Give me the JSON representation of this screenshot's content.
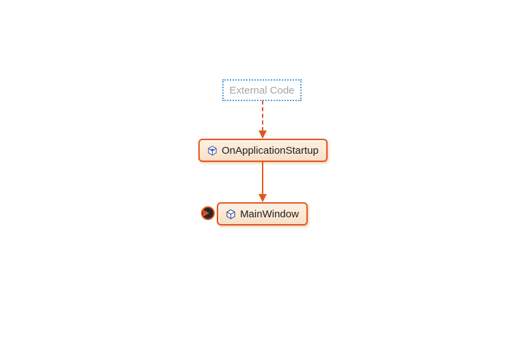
{
  "diagram": {
    "title": "code-map-call-graph",
    "nodes": [
      {
        "id": "external-code",
        "label": "External Code",
        "kind": "external-group",
        "border_style": "dotted",
        "border_color": "#4E9BD4",
        "text_color": "#A6A6A6",
        "background": "#FFFFFF"
      },
      {
        "id": "on-application-startup",
        "label": "OnApplicationStartup",
        "kind": "method",
        "icon": "cube-method-icon",
        "border_style": "solid",
        "border_color": "#E0571E",
        "text_color": "#1E1E1E",
        "background": "#FBE7D2"
      },
      {
        "id": "main-window",
        "label": "MainWindow",
        "kind": "class",
        "icon": "cube-class-icon",
        "border_style": "solid",
        "border_color": "#E0571E",
        "text_color": "#1E1E1E",
        "background": "#FBE7D2",
        "badge": "incoming-link-circle"
      }
    ],
    "edges": [
      {
        "from": "External Code",
        "to": "OnApplicationStartup",
        "style": "dashed",
        "color": "#E0571E",
        "direction": "down"
      },
      {
        "from": "OnApplicationStartup",
        "to": "MainWindow",
        "style": "solid",
        "color": "#E0571E",
        "direction": "down"
      }
    ],
    "colors": {
      "accent_orange": "#E0571E",
      "external_blue": "#4E9BD4",
      "node_fill_top": "#FDF1E4",
      "node_fill_bottom": "#F9DFC6",
      "badge_fill": "#24282B",
      "icon_stroke": "#2B4A8B",
      "icon_accent": "#5470C0",
      "canvas_background": "#FFFFFF"
    }
  }
}
